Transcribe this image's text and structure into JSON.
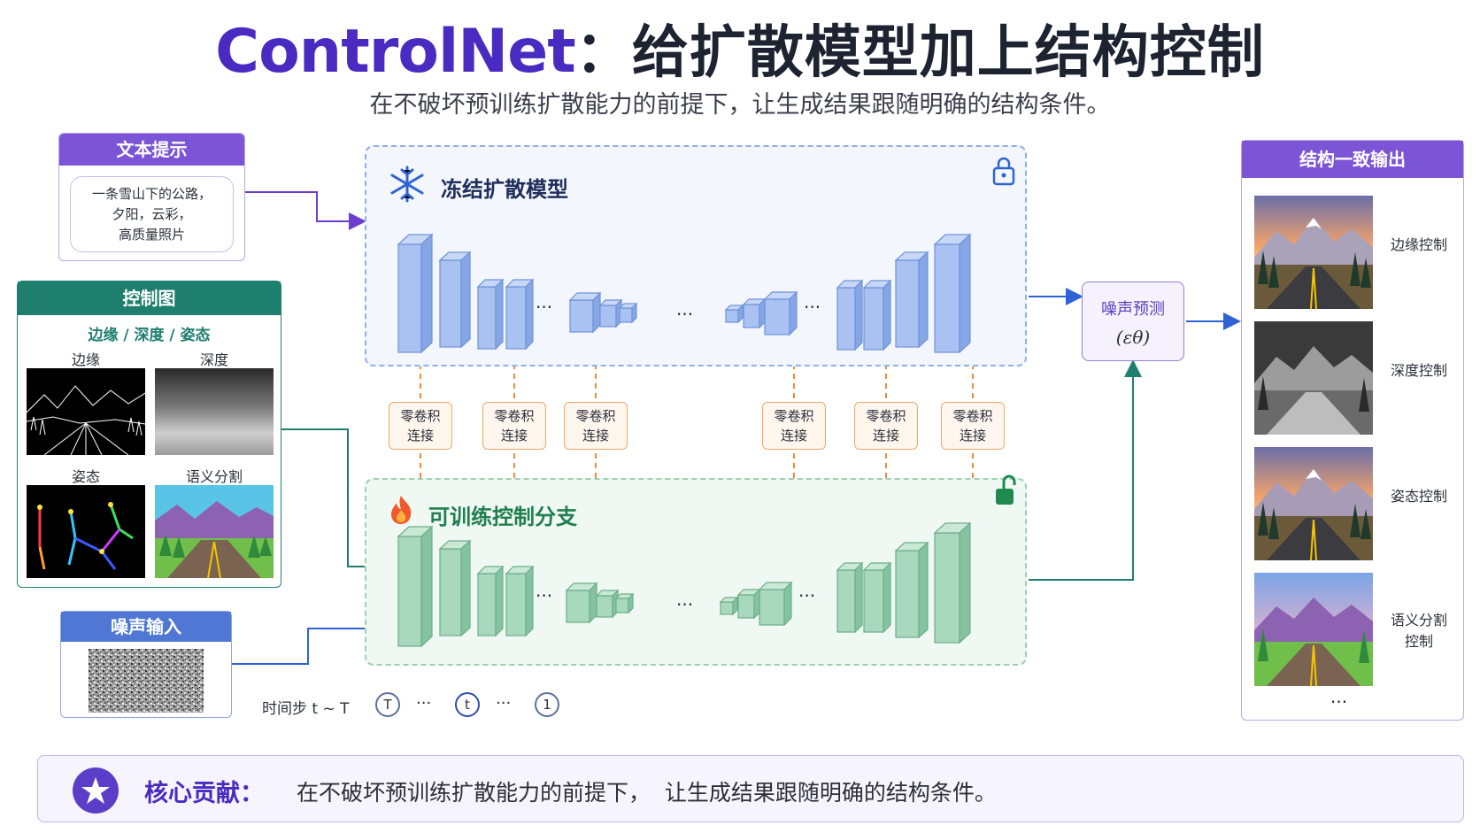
{
  "header": {
    "title_main": "ControlNet",
    "title_sep": "：",
    "title_cn": "给扩散模型加上结构控制",
    "subtitle": "在不破坏预训练扩散能力的前提下，让生成结果跟随明确的结构条件。"
  },
  "text_prompt": {
    "title": "文本提示",
    "line1": "一条雪山下的公路，",
    "line2": "夕阳，云彩，",
    "line3": "高质量照片"
  },
  "control_map": {
    "title": "控制图",
    "subtitle": "边缘 / 深度 / 姿态",
    "labels": [
      "边缘",
      "深度",
      "姿态",
      "语义分割"
    ]
  },
  "noise_input": {
    "title": "噪声输入"
  },
  "frozen": {
    "label": "冻结扩散模型"
  },
  "trainable": {
    "label": "可训练控制分支"
  },
  "zero_conv": {
    "line1": "零卷积",
    "line2": "连接",
    "count": 6
  },
  "noise_pred": {
    "line1": "噪声预测",
    "line2": "(εθ)"
  },
  "timestep": {
    "label": "时间步 t ~ T",
    "steps": [
      "T",
      "t",
      "1"
    ],
    "dots": "···"
  },
  "output": {
    "title": "结构一致输出",
    "labels": [
      "边缘控制",
      "深度控制",
      "姿态控制",
      "语义分割\n控制"
    ],
    "more": "···"
  },
  "footer": {
    "label": "核心贡献：",
    "text": "在不破坏预训练扩散能力的前提下，  让生成结果跟随明确的结构条件。"
  },
  "colors": {
    "purple": "#6a3fd0",
    "teal": "#1f7f6f",
    "blue": "#3e6fd0",
    "frozen_block": "#a9c2f2",
    "train_block": "#a8d8bd",
    "orange": "#f08a3c"
  },
  "icons": [
    "snowflake-icon",
    "lock-icon",
    "flame-icon",
    "unlock-icon",
    "star-icon"
  ]
}
